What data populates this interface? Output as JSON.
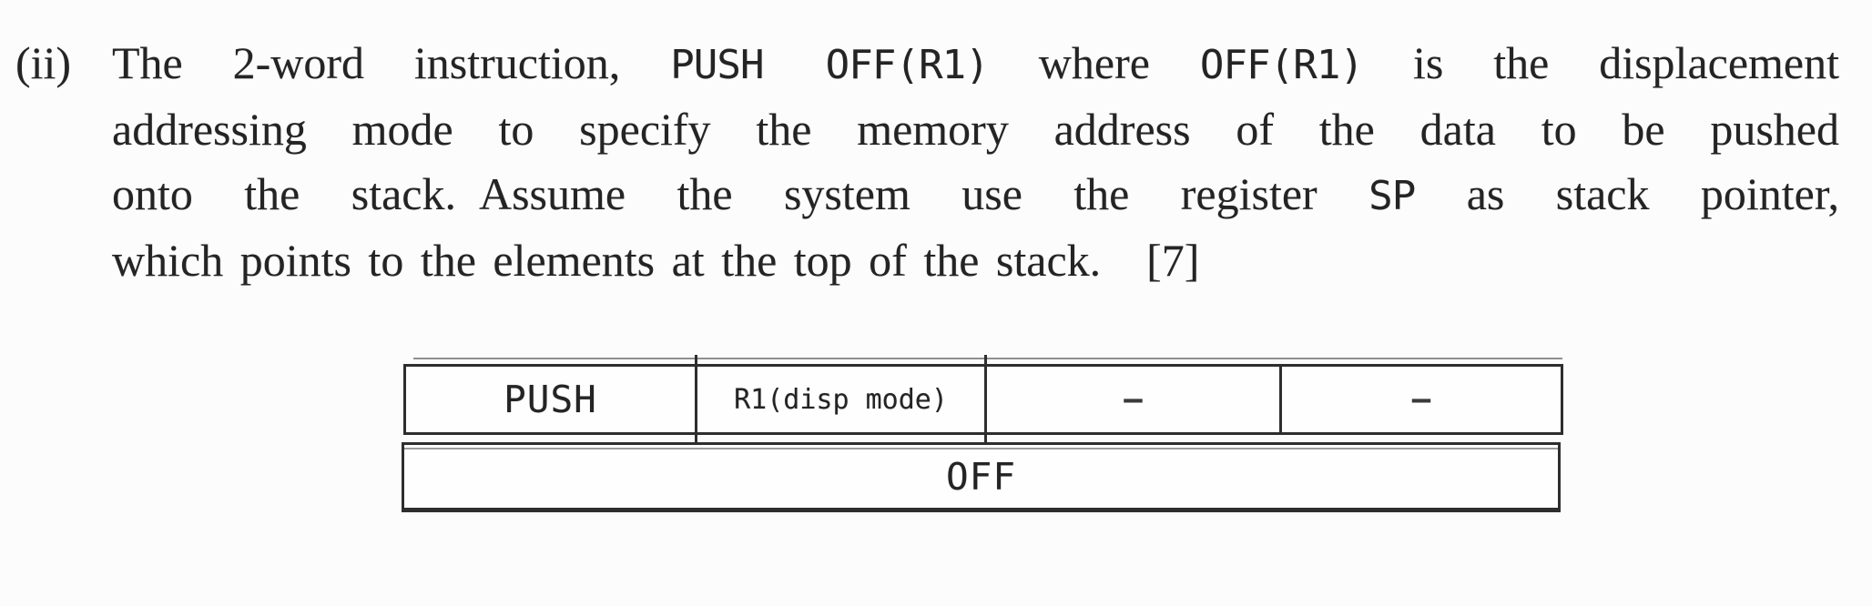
{
  "question": {
    "marker": "(ii)",
    "line1": {
      "s1": "The 2-word instruction, ",
      "s2": "PUSH OFF(R1)",
      "s3": " where ",
      "s4": "OFF(R1)",
      "s5": " is the displacement"
    },
    "line2": {
      "s1": "addressing mode to specify the memory address of the data to be pushed"
    },
    "line3": {
      "s1": "onto the stack. Assume the system use the register ",
      "s2": "SP",
      "s3": " as stack pointer,"
    },
    "line4": {
      "s1": "which points to the elements at the top of the stack. [7]"
    }
  },
  "diagram": {
    "word1": {
      "opcode": "PUSH",
      "operand": "R1(disp mode)",
      "dash1": "–",
      "dash2": "–"
    },
    "word2": {
      "offset": "OFF"
    }
  },
  "colors": {
    "ink": "#242424",
    "border": "#2e2e2e",
    "background": "#fcfcfc"
  }
}
